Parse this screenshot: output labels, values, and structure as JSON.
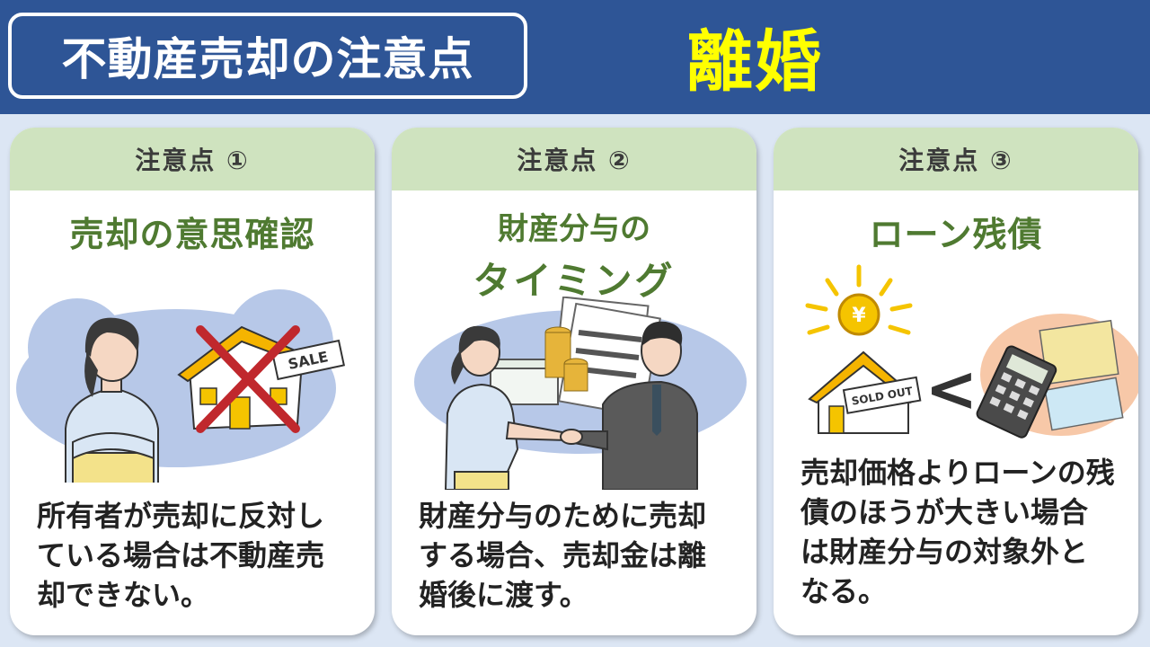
{
  "header": {
    "title": "不動産売却の注意点",
    "topic": "離婚"
  },
  "cards": [
    {
      "label": "注意点 ①",
      "title": "売却の意思確認",
      "body": "所有者が売却に反対している場合は不動産売却できない。",
      "sign_text": "SALE"
    },
    {
      "label": "注意点 ②",
      "title_line1": "財産分与の",
      "title_line2": "タイミング",
      "body": "財産分与のために売却する場合、売却金は離婚後に渡す。"
    },
    {
      "label": "注意点 ③",
      "title": "ローン残債",
      "body": "売却価格よりローンの残債のほうが大きい場合は財産分与の対象外となる。",
      "sign_text": "SOLD OUT",
      "coin_symbol": "¥",
      "compare_symbol": "<"
    }
  ],
  "colors": {
    "header_bg": "#2e5596",
    "topic_yellow": "#ffff00",
    "card_head_bg": "#cfe3bf",
    "title_green": "#4f7a31",
    "page_bg": "#dce6f4"
  }
}
